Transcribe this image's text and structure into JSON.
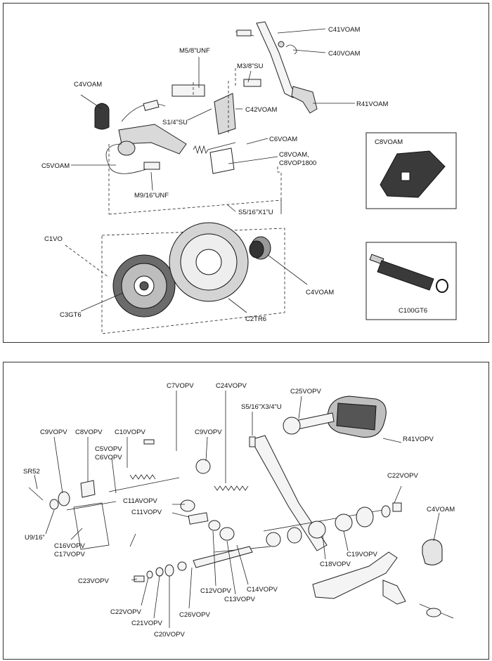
{
  "top": {
    "labels": {
      "c41voam": "C41VOAM",
      "c40voam": "C40VOAM",
      "m5_8unf": "M5/8”UNF",
      "m3_8su": "M3/8”SU",
      "c4voam_a": "C4VOAM",
      "r41voam": "R41VOAM",
      "c42voam": "C42VOAM",
      "s1_4su": "S1/4”SU",
      "c6voam": "C6VOAM",
      "c5voam": "C5VOAM",
      "c8voam_line1": "C8VOAM,",
      "c8voam_line2": "C8VOP1800",
      "m9_16unf": "M9/16”UNF",
      "s5_16x1u": "S5/16”X1”U",
      "c1vo": "C1VO",
      "c3gt6": "C3GT6",
      "c2tr6": "C2TR6",
      "c4voam_b": "C4VOAM"
    },
    "inset_c8voam": "C8VOAM",
    "inset_c100gt6": "C100GT6"
  },
  "bottom": {
    "labels": {
      "c7vopv": "C7VOPV",
      "c24vopv": "C24VOPV",
      "c25vopv": "C25VOPV",
      "s5_16x3_4u": "S5/16”X3/4”U",
      "c9vopv_a": "C9VOPV",
      "c8vopv": "C8VOPV",
      "c10vopv": "C10VOPV",
      "c9vopv_b": "C9VOPV",
      "r41vopv": "R41VOPV",
      "c5vopv": "C5VOPV",
      "c6vopv": "C6VOPV",
      "sr52": "SR52",
      "c22vopv_a": "C22VOPV",
      "c4voam": "C4VOAM",
      "c11avopv": "C11AVOPV",
      "c11vopv": "C11VOPV",
      "u9_16": "U9/16”",
      "c16vopv": "C16VOPV",
      "c17vopv": "C17VOPV",
      "c19vopv": "C19VOPV",
      "c18vopv": "C18VOPV",
      "c23vopv": "C23VOPV",
      "c14vopv": "C14VOPV",
      "c12vopv": "C12VOPV",
      "c13vopv": "C13VOPV",
      "c22vopv_b": "C22VOPV",
      "c21vopv": "C21VOPV",
      "c26vopv": "C26VOPV",
      "c20vopv": "C20VOPV"
    }
  }
}
